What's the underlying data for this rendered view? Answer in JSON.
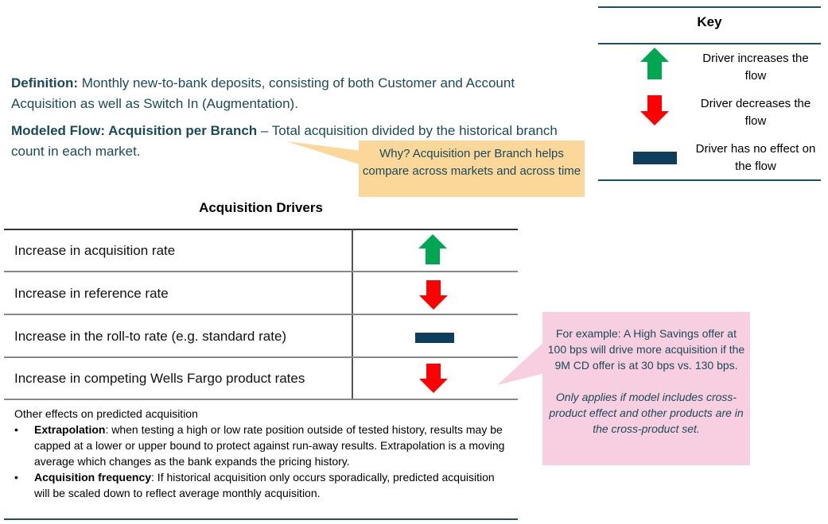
{
  "key": {
    "title": "Key",
    "items": [
      {
        "text": "Driver increases the flow",
        "icon": "green-up-arrow-icon"
      },
      {
        "text": "Driver decreases the flow",
        "icon": "red-down-arrow-icon"
      },
      {
        "text": "Driver has no effect on the flow",
        "icon": "navy-bar-icon"
      }
    ]
  },
  "definition": {
    "label": "Definition:",
    "text": " Monthly new-to-bank deposits, consisting of both Customer and Account Acquisition as well as Switch In (Augmentation)."
  },
  "modeled_flow": {
    "label": "Modeled Flow: Acquisition per Branch",
    "text": " – Total acquisition divided by the historical branch count in each market."
  },
  "why_callout": "Why? Acquisition per Branch helps compare across markets and across time",
  "drivers": {
    "title": "Acquisition Drivers",
    "rows": [
      {
        "label": "Increase in acquisition rate",
        "effect": "up"
      },
      {
        "label": "Increase in reference rate",
        "effect": "down"
      },
      {
        "label": "Increase in the roll-to rate (e.g. standard rate)",
        "effect": "none"
      },
      {
        "label": "Increase in competing Wells Fargo product rates",
        "effect": "down"
      }
    ]
  },
  "other_effects": {
    "heading": "Other effects on predicted acquisition",
    "bullets": [
      {
        "bold": "Extrapolation",
        "text": ": when testing a high or low rate position outside of tested history, results may be capped at a lower or upper bound to protect against run-away results. Extrapolation is a moving average which changes as the bank expands the pricing history."
      },
      {
        "bold": "Acquisition frequency",
        "text": ": If historical acquisition only occurs sporadically, predicted acquisition will be scaled down to reflect average monthly acquisition."
      }
    ]
  },
  "example_callout": {
    "text": "For example: A High Savings offer at 100 bps will drive more acquisition if the 9M CD offer is at 30 bps vs. 130 bps.",
    "note": "Only applies if model includes cross-product effect and other products are in the cross-product set."
  },
  "colors": {
    "up": "#00a651",
    "down": "#ff0000",
    "none": "#0d3f5c",
    "text_dark": "#1a4a5a",
    "why_bg": "#fbd89a",
    "example_bg": "#f7cfe0"
  }
}
